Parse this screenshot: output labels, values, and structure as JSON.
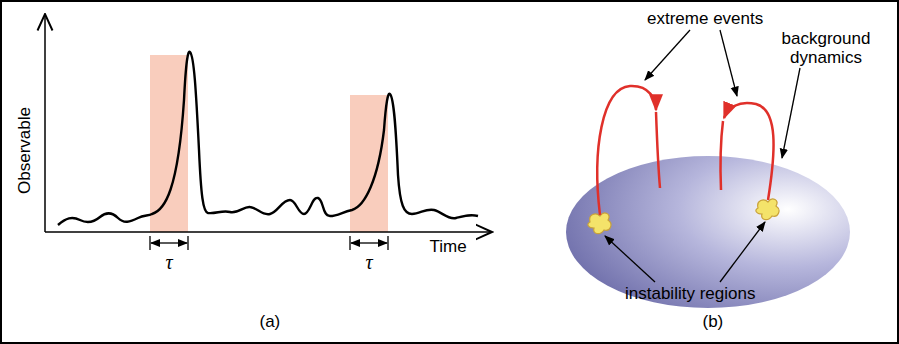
{
  "diagram": {
    "labels": [
      "Observable",
      "τ",
      "τ",
      "Time",
      "(a)",
      "extreme events",
      "background dynamics",
      "instability regions",
      "(b)"
    ]
  }
}
